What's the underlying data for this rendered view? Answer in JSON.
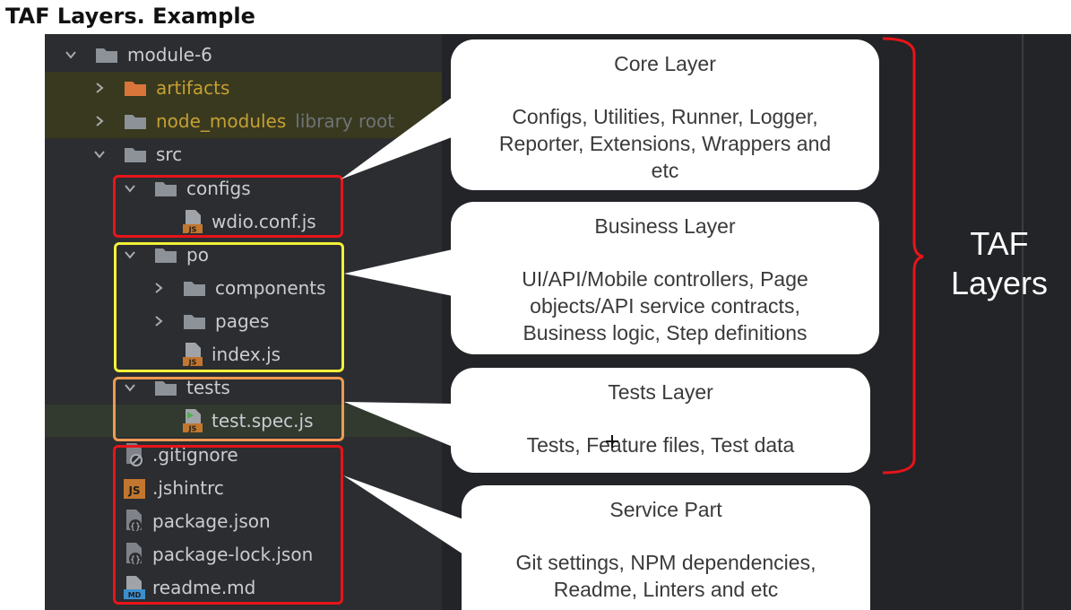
{
  "title": "TAF Layers. Example",
  "tree": {
    "module": "module-6",
    "artifacts": "artifacts",
    "node_modules": "node_modules",
    "library_root": "library root",
    "src": "src",
    "configs": "configs",
    "wdio_conf": "wdio.conf.js",
    "po": "po",
    "components": "components",
    "pages": "pages",
    "index": "index.js",
    "tests": "tests",
    "test_spec": "test.spec.js",
    "gitignore": ".gitignore",
    "jshintrc": ".jshintrc",
    "package_json": "package.json",
    "package_lock": "package-lock.json",
    "readme": "readme.md"
  },
  "file_badges": {
    "js": "JS",
    "json": "{}",
    "md": "MD"
  },
  "callouts": {
    "core": {
      "title": "Core Layer",
      "body": [
        "Configs, Utilities, Runner, Logger,",
        "Reporter, Extensions, Wrappers and",
        "etc"
      ]
    },
    "business": {
      "title": "Business Layer",
      "body": [
        "UI/API/Mobile controllers, Page",
        "objects/API service contracts,",
        "Business logic, Step definitions"
      ]
    },
    "tests": {
      "title": "Tests Layer",
      "body": [
        "Tests, Feature files, Test data"
      ]
    },
    "service": {
      "title": "Service Part",
      "body": [
        "Git settings, NPM dependencies,",
        "Readme, Linters and etc"
      ]
    }
  },
  "group_label": [
    "TAF",
    "Layers"
  ],
  "colors": {
    "core_box": "#e8141a",
    "business_box": "#f3f03a",
    "tests_box": "#ef9a52",
    "service_box": "#e8141a",
    "bracket": "#e8141a",
    "folder_icon": "#8d9298",
    "artifacts_folder": "#d9753a",
    "excluded_text": "#c5a032"
  }
}
